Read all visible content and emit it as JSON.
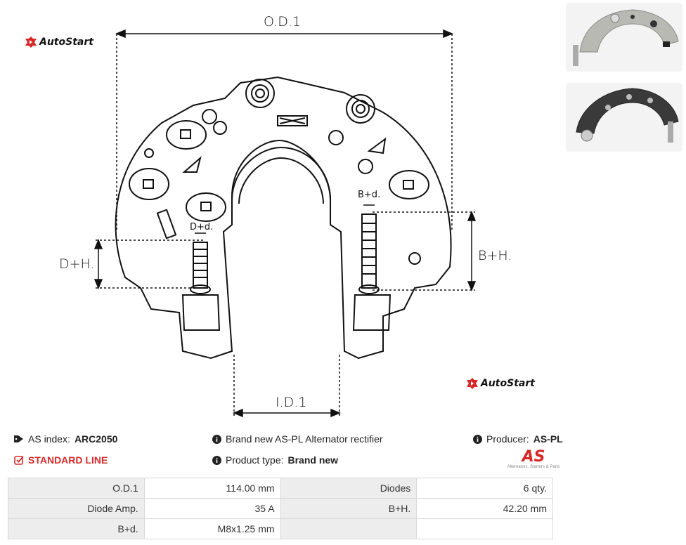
{
  "brand": {
    "logo_text": "AutoStart"
  },
  "drawing": {
    "od_label": "O.D.1",
    "id_label": "I.D.1",
    "dh_label": "D+H.",
    "bh_label": "B+H.",
    "bd_label": "B+d.",
    "dd_label": "D+d."
  },
  "info": {
    "as_index_label": "AS index:",
    "as_index_value": "ARC2050",
    "standard_line": "STANDARD LINE",
    "description": "Brand new AS-PL Alternator rectifier",
    "product_type_label": "Product type:",
    "product_type_value": "Brand new",
    "producer_label": "Producer:",
    "producer_value": "AS-PL",
    "producer_logo_text": "AS",
    "producer_logo_sub": "Alternators, Starters & Parts"
  },
  "specs": [
    {
      "k1": "O.D.1",
      "v1": "114.00 mm",
      "k2": "Diodes",
      "v2": "6 qty."
    },
    {
      "k1": "Diode Amp.",
      "v1": "35 A",
      "k2": "B+H.",
      "v2": "42.20 mm"
    },
    {
      "k1": "B+d.",
      "v1": "M8x1.25 mm",
      "k2": "",
      "v2": ""
    }
  ],
  "icons": {
    "tag": "tag-icon",
    "info": "info-circle-icon",
    "check": "check-square-icon"
  },
  "colors": {
    "accent_red": "#d62828",
    "table_key_bg": "#ededed"
  }
}
